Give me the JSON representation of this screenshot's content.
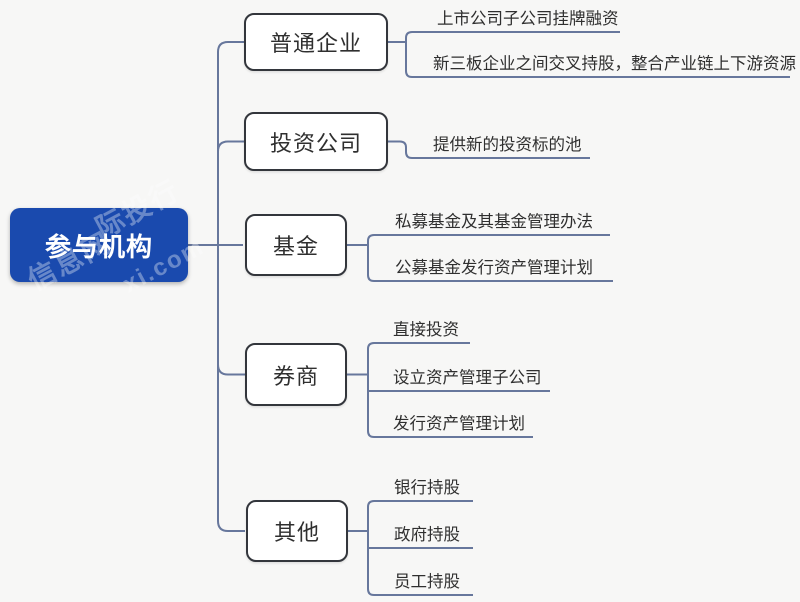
{
  "colors": {
    "root-bg": "#1a4aae",
    "root-text": "#ffffff",
    "line": "#67779c",
    "node-border": "#33363c",
    "node-bg": "#ffffff",
    "text": "#2f2f2f",
    "canvas-bg": "#f7f7f6",
    "watermark": "#ffffff"
  },
  "root": {
    "label": "参与机构"
  },
  "branches": [
    {
      "label": "普通企业",
      "children": [
        "上市公司子公司挂牌融资",
        "新三板企业之间交叉持股，整合产业链上下游资源"
      ]
    },
    {
      "label": "投资公司",
      "children": [
        "提供新的投资标的池"
      ]
    },
    {
      "label": "基金",
      "children": [
        "私募基金及其基金管理办法",
        "公募基金发行资产管理计划"
      ]
    },
    {
      "label": "券商",
      "children": [
        "直接投资",
        "设立资产管理子公司",
        "发行资产管理计划"
      ]
    },
    {
      "label": "其他",
      "children": [
        "银行持股",
        "政府持股",
        "员工持股"
      ]
    }
  ],
  "watermark": {
    "fragments": [
      "际投行",
      "信息网",
      "xi.com"
    ]
  }
}
